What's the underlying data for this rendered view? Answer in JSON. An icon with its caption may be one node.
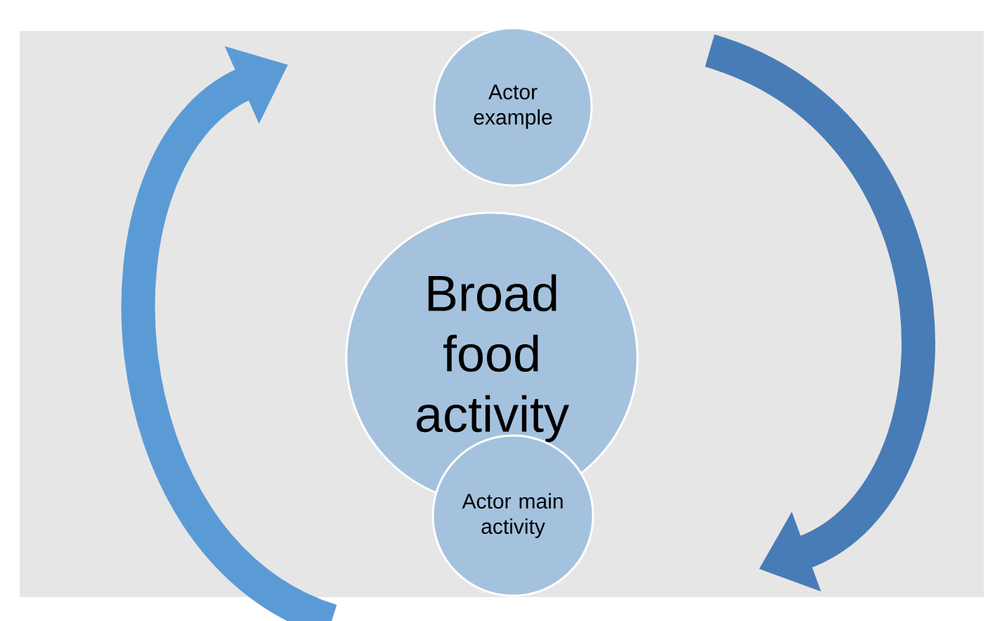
{
  "diagram": {
    "nodes": [
      {
        "text": [
          "Actor example"
        ]
      },
      {
        "text": [
          "Broad food activity"
        ]
      },
      {
        "text": [
          "Actor main activity"
        ]
      }
    ]
  }
}
